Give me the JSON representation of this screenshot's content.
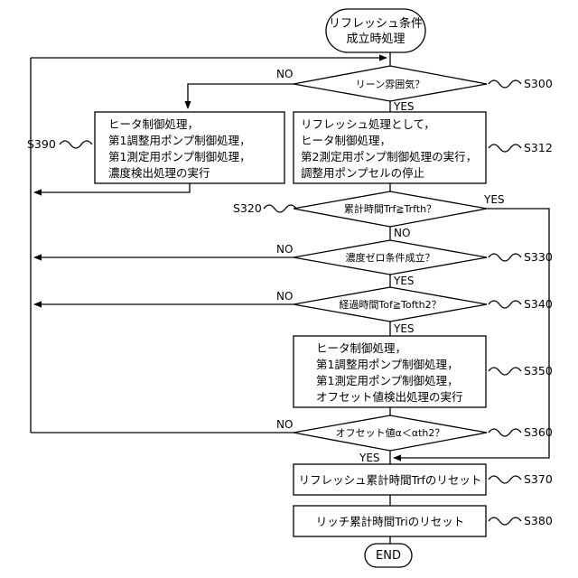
{
  "start": {
    "lines": [
      "リフレッシュ条件",
      "成立時処理"
    ]
  },
  "end": {
    "label": "END"
  },
  "decisions": {
    "d300": {
      "label": "リーン雰囲気？",
      "step": "S300"
    },
    "d320": {
      "label": "累計時間Trf≧Trfth？",
      "step": "S320"
    },
    "d330": {
      "label": "濃度ゼロ条件成立？",
      "step": "S330"
    },
    "d340": {
      "label": "経過時間Tof≧Tofth2？",
      "step": "S340"
    },
    "d360": {
      "label": "オフセット値α＜αth2？",
      "step": "S360"
    }
  },
  "processes": {
    "p312": {
      "lines": [
        "リフレッシュ処理として，",
        "ヒータ制御処理，",
        "第2測定用ポンプ制御処理の実行，",
        "調整用ポンプセルの停止"
      ],
      "step": "S312"
    },
    "p390": {
      "lines": [
        "ヒータ制御処理，",
        "第1調整用ポンプ制御処理，",
        "第1測定用ポンプ制御処理，",
        "濃度検出処理の実行"
      ],
      "step": "S390"
    },
    "p350": {
      "lines": [
        "ヒータ制御処理，",
        "第1調整用ポンプ制御処理，",
        "第1測定用ポンプ制御処理，",
        "オフセット値検出処理の実行"
      ],
      "step": "S350"
    },
    "p370": {
      "lines": [
        "リフレッシュ累計時間Trfのリセット"
      ],
      "step": "S370"
    },
    "p380": {
      "lines": [
        "リッチ累計時間Triのリセット"
      ],
      "step": "S380"
    }
  },
  "branch_labels": {
    "yes": "YES",
    "no": "NO"
  }
}
